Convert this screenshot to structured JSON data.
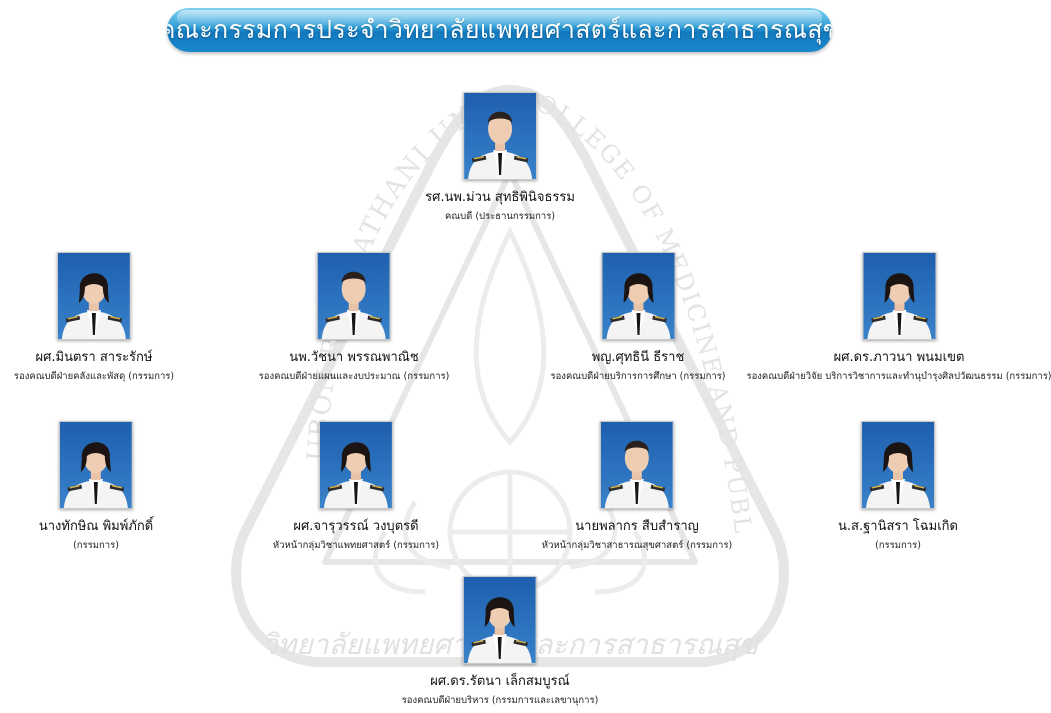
{
  "header": {
    "title": "คณะกรรมการประจำวิทยาลัยแพทยศาสตร์และการสาธารณสุข"
  },
  "watermark": {
    "arc_text_left": "UBON RATCHATHANI UNIVERSITY",
    "arc_text_right": "COLLEGE OF MEDICINE AND PUBLIC HEALTH",
    "bottom_text": "วิทยาลัยแพทยศาสตร์และการสาธารณสุข"
  },
  "members": [
    {
      "name": "รศ.นพ.ม่วน สุทธิพินิจธรรม",
      "role": "คณบดี (ประธานกรรมการ)",
      "hair": "short"
    },
    {
      "name": "ผศ.มินตรา สาระรักษ์",
      "role": "รองคณบดีฝ่ายคลังและพัสดุ (กรรมการ)",
      "hair": "long"
    },
    {
      "name": "นพ.วัชนา พรรณพาณิช",
      "role": "รองคณบดีฝ่ายแผนและงบประมาณ (กรรมการ)",
      "hair": "short"
    },
    {
      "name": "พญ.ศุทธินี ธีราช",
      "role": "รองคณบดีฝ่ายบริการการศึกษา (กรรมการ)",
      "hair": "long"
    },
    {
      "name": "ผศ.ดร.ภาวนา พนมเขต",
      "role": "รองคณบดีฝ่ายวิจัย บริการวิชาการและทำนุบำรุงศิลปวัฒนธรรม (กรรมการ)",
      "hair": "long"
    },
    {
      "name": "นางทักษิณ พิมพ์ภักดิ์",
      "role": "(กรรมการ)",
      "hair": "long"
    },
    {
      "name": "ผศ.จารุวรรณ์ วงบุตรดี",
      "role": "หัวหน้ากลุ่มวิชาแพทยศาสตร์ (กรรมการ)",
      "hair": "long"
    },
    {
      "name": "นายพลากร สืบสำราญ",
      "role": "หัวหน้ากลุ่มวิชาสาธารณสุขศาสตร์ (กรรมการ)",
      "hair": "short"
    },
    {
      "name": "น.ส.ฐานิสรา โฉมเกิด",
      "role": "(กรรมการ)",
      "hair": "long"
    },
    {
      "name": "ผศ.ดร.รัตนา เล็กสมบูรณ์",
      "role": "รองคณบดีฝ่ายบริหาร (กรรมการและเลขานุการ)",
      "hair": "long"
    }
  ]
}
